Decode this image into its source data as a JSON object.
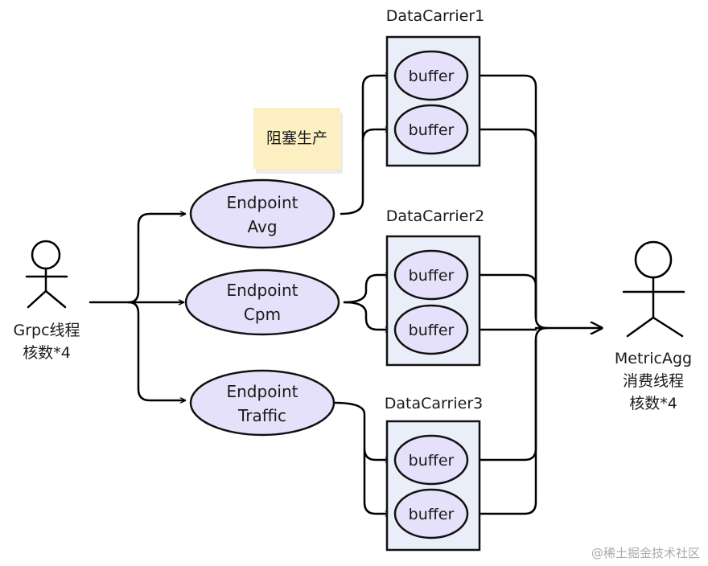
{
  "actors": {
    "producer": {
      "line1": "Grpc线程",
      "line2": "核数*4"
    },
    "consumer": {
      "line1": "MetricAgg",
      "line2": "消费线程",
      "line3": "核数*4"
    }
  },
  "endpoints": [
    {
      "line1": "Endpoint",
      "line2": "Avg"
    },
    {
      "line1": "Endpoint",
      "line2": "Cpm"
    },
    {
      "line1": "Endpoint",
      "line2": "Traffic"
    }
  ],
  "carriers": [
    {
      "title": "DataCarrier1",
      "buffers": [
        "buffer",
        "buffer"
      ]
    },
    {
      "title": "DataCarrier2",
      "buffers": [
        "buffer",
        "buffer"
      ]
    },
    {
      "title": "DataCarrier3",
      "buffers": [
        "buffer",
        "buffer"
      ]
    }
  ],
  "note": {
    "text": "阻塞生产"
  },
  "watermark": "@稀土掘金技术社区"
}
